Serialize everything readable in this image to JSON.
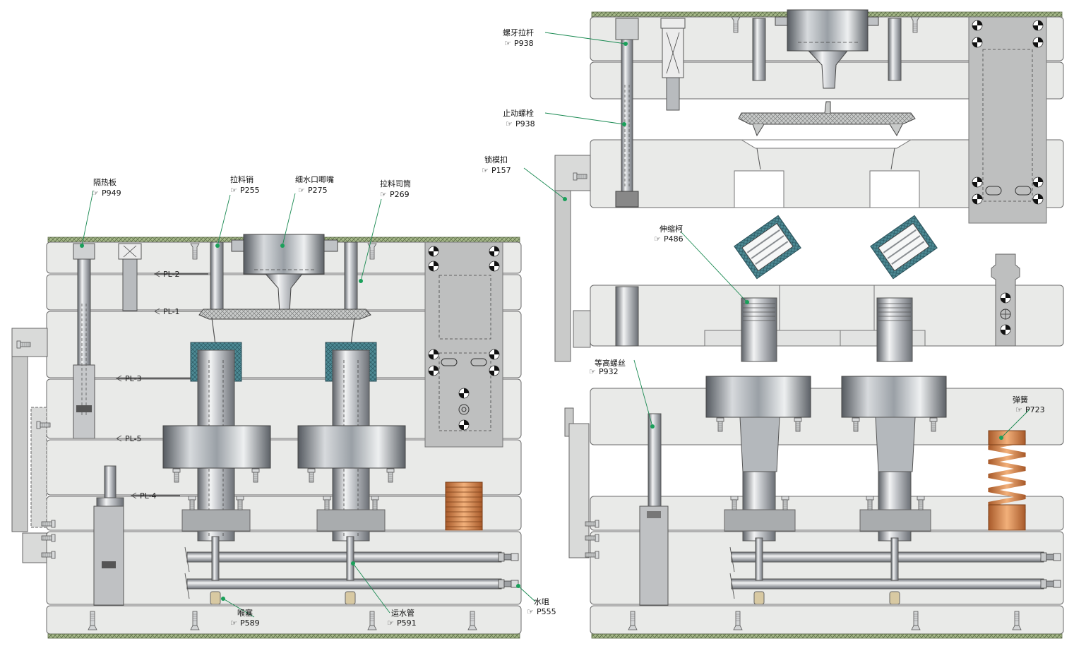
{
  "colors": {
    "plate_fill": "#e9eae8",
    "plate_stroke": "#6b6b6b",
    "insulation": "#a7b98a",
    "steel_dark": "#7d8187",
    "steel_light": "#e4e6e8",
    "part_blue": "#4d8a94",
    "spring": "#d9874c",
    "leader": "#1a8a52",
    "dot": "#1aa05a",
    "block_gray": "#bdbebe"
  },
  "left_view": {
    "parting_lines": [
      {
        "id": "pl2",
        "label": "PL-2"
      },
      {
        "id": "pl1",
        "label": "PL-1"
      },
      {
        "id": "pl3",
        "label": "PL-3"
      },
      {
        "id": "pl5",
        "label": "PL-5"
      },
      {
        "id": "pl4",
        "label": "PL-4"
      }
    ],
    "callouts": [
      {
        "id": "insulation",
        "name": "隔热板",
        "ref": "P949"
      },
      {
        "id": "puller_pin",
        "name": "拉料销",
        "ref": "P255"
      },
      {
        "id": "nozzle",
        "name": "细水口唧嘴",
        "ref": "P275"
      },
      {
        "id": "puller_sleeve",
        "name": "拉料司筒",
        "ref": "P269"
      },
      {
        "id": "plug",
        "name": "喉塞",
        "ref": "P589"
      },
      {
        "id": "water_tube",
        "name": "运水管",
        "ref": "P591"
      },
      {
        "id": "water_nozzle",
        "name": "水咀",
        "ref": "P555"
      }
    ]
  },
  "right_view": {
    "callouts": [
      {
        "id": "pull_rod",
        "name": "螺牙拉杆",
        "ref": "P938"
      },
      {
        "id": "stop_bolt",
        "name": "止动螺栓",
        "ref": "P938"
      },
      {
        "id": "lock",
        "name": "锁模扣",
        "ref": "P157"
      },
      {
        "id": "collapsible_core",
        "name": "伸缩柯",
        "ref": "P486"
      },
      {
        "id": "shoulder_screw",
        "name": "等高螺丝",
        "ref": "P932"
      },
      {
        "id": "spring",
        "name": "弹簧",
        "ref": "P723"
      }
    ]
  },
  "icons": {
    "ref_hand": "pointing-hand-icon"
  }
}
